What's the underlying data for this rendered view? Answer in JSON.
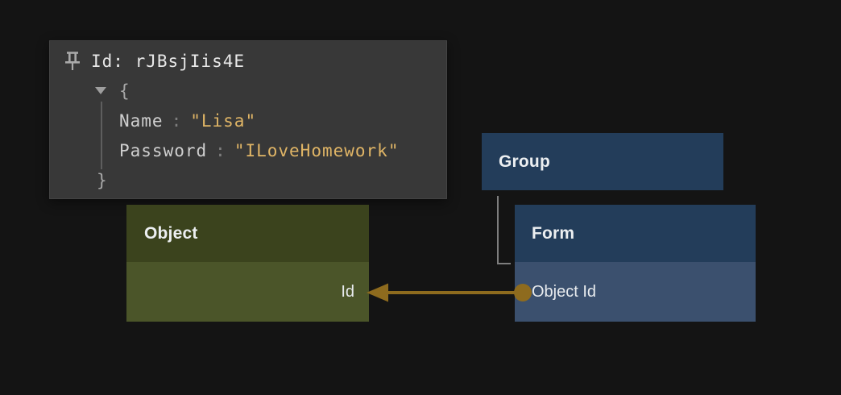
{
  "tooltip": {
    "title": "Id: rJBsjIis4E",
    "open_brace": "{",
    "close_brace": "}",
    "separator": ":",
    "entries": [
      {
        "key": "Name",
        "value": "\"Lisa\""
      },
      {
        "key": "Password",
        "value": "\"ILoveHomework\""
      }
    ]
  },
  "nodes": {
    "object": {
      "title": "Object",
      "rows": [
        {
          "label": "Id"
        }
      ]
    },
    "group": {
      "title": "Group"
    },
    "form": {
      "title": "Form",
      "rows": [
        {
          "label": "Object Id"
        }
      ]
    }
  },
  "icons": {
    "pin": "pin-icon",
    "expander": "expander-toggle-icon",
    "arrowhead": "edge-arrowhead",
    "endpoint": "edge-endpoint-dot"
  },
  "colors": {
    "page_background": "#141414",
    "tooltip_background": "#383838",
    "tooltip_title_text": "#e8e8e8",
    "tooltip_key_text": "#cfcfcf",
    "tooltip_punctuation": "#a8a8a8",
    "tooltip_string": "#e0b566",
    "object_header": "#3b431d",
    "object_row": "#4b5529",
    "group_header": "#233d5a",
    "form_header": "#233d5a",
    "form_row": "#3b506e",
    "node_text": "#eceff1",
    "edge": "#8e6b1e",
    "hierarchy_line": "#7e7e7e",
    "pin_icon": "#a9a9a9"
  }
}
